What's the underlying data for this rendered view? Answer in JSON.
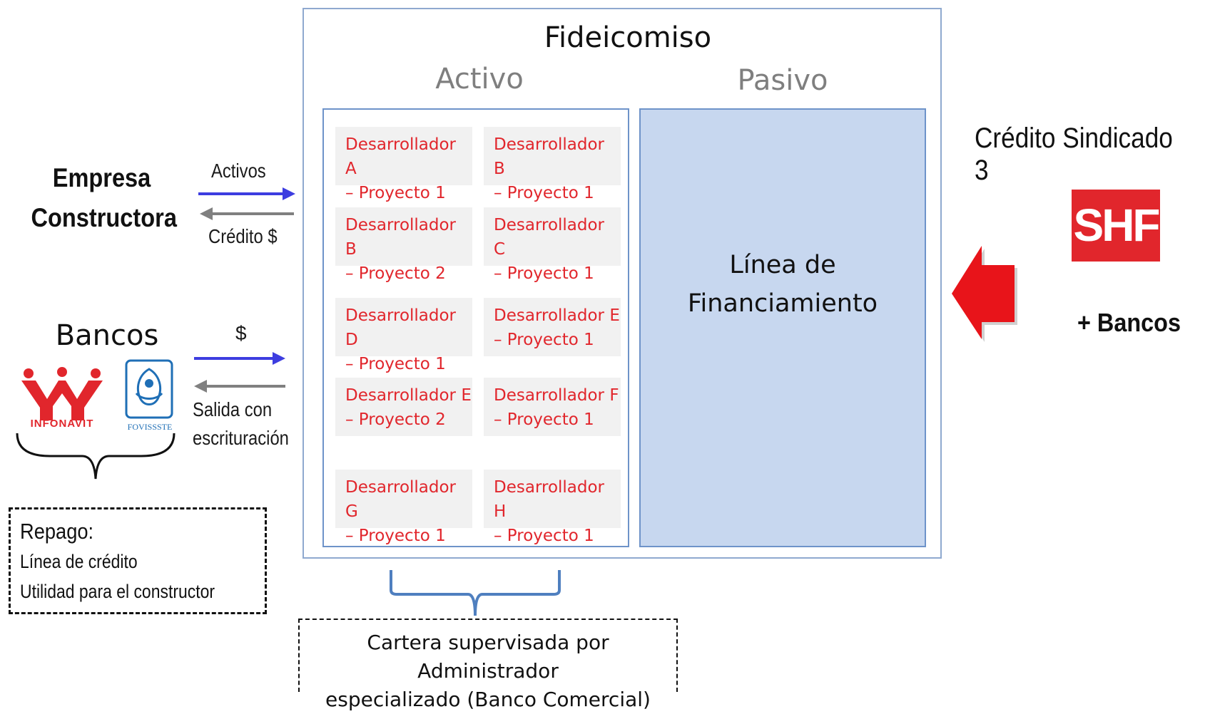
{
  "left": {
    "empresa_line1": "Empresa",
    "empresa_line2": "Constructora",
    "arrow_activos": "Activos",
    "arrow_credito": "Crédito $",
    "bancos_title": "Bancos",
    "arrow_dinero": "$",
    "salida_line1": "Salida con",
    "salida_line2": "escrituración",
    "logos": [
      {
        "name": "INFONAVIT",
        "icon": "infonavit-logo",
        "color": "#e1262c"
      },
      {
        "name": "FOVISSSTE",
        "icon": "fovissste-logo",
        "color": "#1f6fb6"
      }
    ],
    "repago": {
      "title": "Repago:",
      "lines": [
        "Línea de crédito",
        "Utilidad para el constructor"
      ]
    }
  },
  "fideicomiso": {
    "title": "Fideicomiso",
    "activo_label": "Activo",
    "pasivo_label": "Pasivo",
    "activo_items": [
      {
        "line1": "Desarrollador A",
        "line2": "– Proyecto 1"
      },
      {
        "line1": "Desarrollador B",
        "line2": "– Proyecto 1"
      },
      {
        "line1": "Desarrollador B",
        "line2": "– Proyecto 2"
      },
      {
        "line1": "Desarrollador C",
        "line2": "– Proyecto 1"
      },
      {
        "line1": "Desarrollador D",
        "line2": "– Proyecto 1"
      },
      {
        "line1": "Desarrollador E",
        "line2": "– Proyecto 1"
      },
      {
        "line1": "Desarrollador E",
        "line2": "– Proyecto 2"
      },
      {
        "line1": "Desarrollador F",
        "line2": "– Proyecto 1"
      },
      {
        "line1": "Desarrollador G",
        "line2": "– Proyecto 1"
      },
      {
        "line1": "Desarrollador H",
        "line2": "– Proyecto 1"
      }
    ],
    "pasivo_line1": "Línea de",
    "pasivo_line2": "Financiamiento"
  },
  "cartera": {
    "line1": "Cartera supervisada por Administrador",
    "line2": "especializado (Banco Comercial)"
  },
  "right": {
    "title": "Crédito Sindicado 3",
    "logo_text": "SHF",
    "mas_bancos": "+ Bancos"
  },
  "colors": {
    "dev_text": "#e1262c",
    "arrow_blue": "#3d3de0",
    "arrow_gray": "#808080",
    "pasivo_fill": "#c7d7ef",
    "box_border": "#6e93c9",
    "big_arrow": "#e8141a"
  }
}
